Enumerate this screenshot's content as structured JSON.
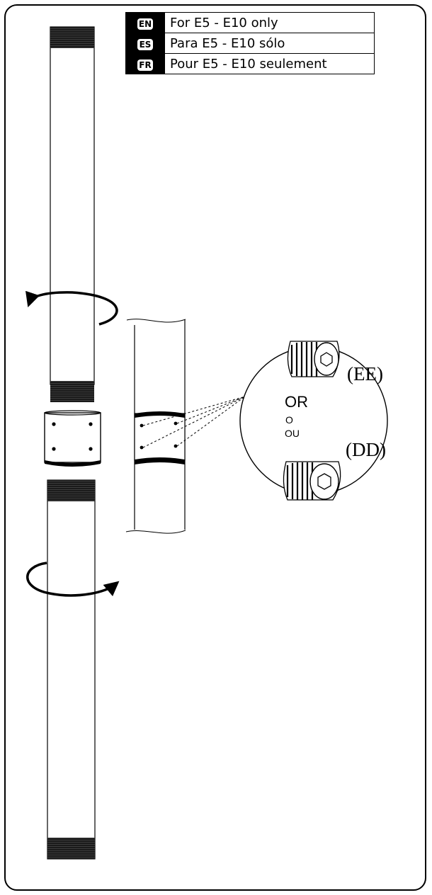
{
  "languages": [
    {
      "code": "EN",
      "text": "For E5 - E10 only"
    },
    {
      "code": "ES",
      "text": "Para E5 - E10 sólo"
    },
    {
      "code": "FR",
      "text": "Pour E5 - E10 seulement"
    }
  ],
  "callout": {
    "screw_top_label": "(EE)",
    "screw_bottom_label": "(DD)",
    "or_en": "OR",
    "or_es": "O",
    "or_fr": "OU"
  },
  "colors": {
    "ink": "#000000",
    "paper": "#ffffff",
    "thread": "#1a1a1a"
  },
  "icons": [
    "rotation-arrow-icon",
    "set-screw-icon"
  ]
}
